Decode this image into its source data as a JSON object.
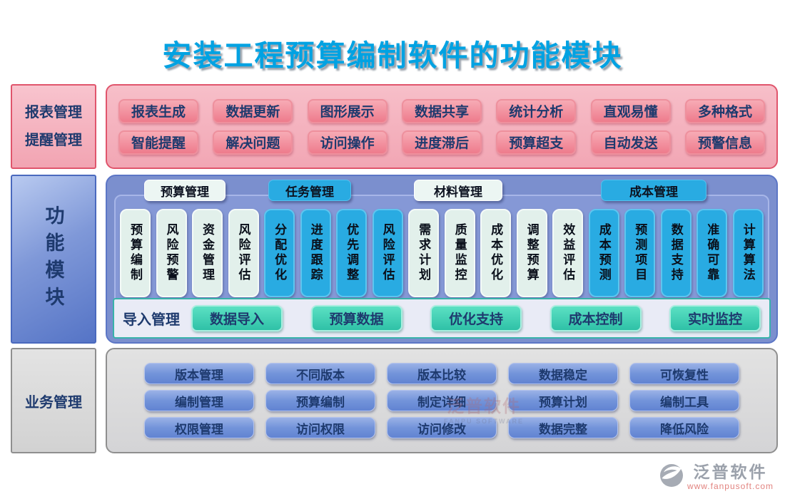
{
  "title": "安装工程预算编制软件的功能模块",
  "colors": {
    "title_text": "#00A2E2",
    "pink_panel": "#F5B2BD",
    "pink_border": "#E0556C",
    "salmon_button": "#EE7B8C",
    "blue_panel": "#7B8FCE",
    "cyan_module": "#29ABE2",
    "mint_module": "#E2F0EB",
    "teal_button": "#2FC1A7",
    "teal_border": "#38B2AA",
    "gray_panel": "#DBDBDB",
    "blue_button": "#6183D2",
    "navy_text": "#1E3A6E"
  },
  "report_section": {
    "label_lines": [
      "报表管理",
      "提醒管理"
    ],
    "rows": [
      [
        "报表生成",
        "数据更新",
        "图形展示",
        "数据共享",
        "统计分析",
        "直观易懂",
        "多种格式"
      ],
      [
        "智能提醒",
        "解决问题",
        "访问操作",
        "进度滞后",
        "预算超支",
        "自动发送",
        "预警信息"
      ]
    ]
  },
  "function_section": {
    "label": "功能模块",
    "tabs": [
      {
        "label": "预算管理",
        "variant": "light"
      },
      {
        "label": "任务管理",
        "variant": "cyan"
      },
      {
        "label": "材料管理",
        "variant": "light"
      },
      {
        "label": "成本管理",
        "variant": "cyan"
      }
    ],
    "columns": [
      {
        "label": "预算编制",
        "variant": "light"
      },
      {
        "label": "风险预警",
        "variant": "light"
      },
      {
        "label": "资金管理",
        "variant": "light"
      },
      {
        "label": "风险评估",
        "variant": "light"
      },
      {
        "label": "分配优化",
        "variant": "cyan"
      },
      {
        "label": "进度跟踪",
        "variant": "cyan"
      },
      {
        "label": "优先调整",
        "variant": "cyan"
      },
      {
        "label": "风险评估",
        "variant": "cyan"
      },
      {
        "label": "需求计划",
        "variant": "light"
      },
      {
        "label": "质量监控",
        "variant": "light"
      },
      {
        "label": "成本优化",
        "variant": "light"
      },
      {
        "label": "调整预算",
        "variant": "light"
      },
      {
        "label": "效益评估",
        "variant": "light"
      },
      {
        "label": "成本预测",
        "variant": "cyan"
      },
      {
        "label": "预测项目",
        "variant": "cyan"
      },
      {
        "label": "数据支持",
        "variant": "cyan"
      },
      {
        "label": "准确可靠",
        "variant": "cyan"
      },
      {
        "label": "计算算法",
        "variant": "cyan"
      }
    ],
    "import_row": {
      "label": "导入管理",
      "buttons": [
        "数据导入",
        "预算数据",
        "优化支持",
        "成本控制",
        "实时监控"
      ]
    }
  },
  "business_section": {
    "label": "业务管理",
    "rows": [
      [
        "版本管理",
        "不同版本",
        "版本比较",
        "数据稳定",
        "可恢复性"
      ],
      [
        "编制管理",
        "预算编制",
        "制定详细",
        "预算计划",
        "编制工具"
      ],
      [
        "权限管理",
        "访问权限",
        "访问修改",
        "数据完整",
        "降低风险"
      ]
    ]
  },
  "watermark": {
    "cn": "泛普软件",
    "en": "FANPU SOFTWARE"
  },
  "logo": {
    "name": "泛普软件",
    "url": "www.fanpusoft.com"
  }
}
